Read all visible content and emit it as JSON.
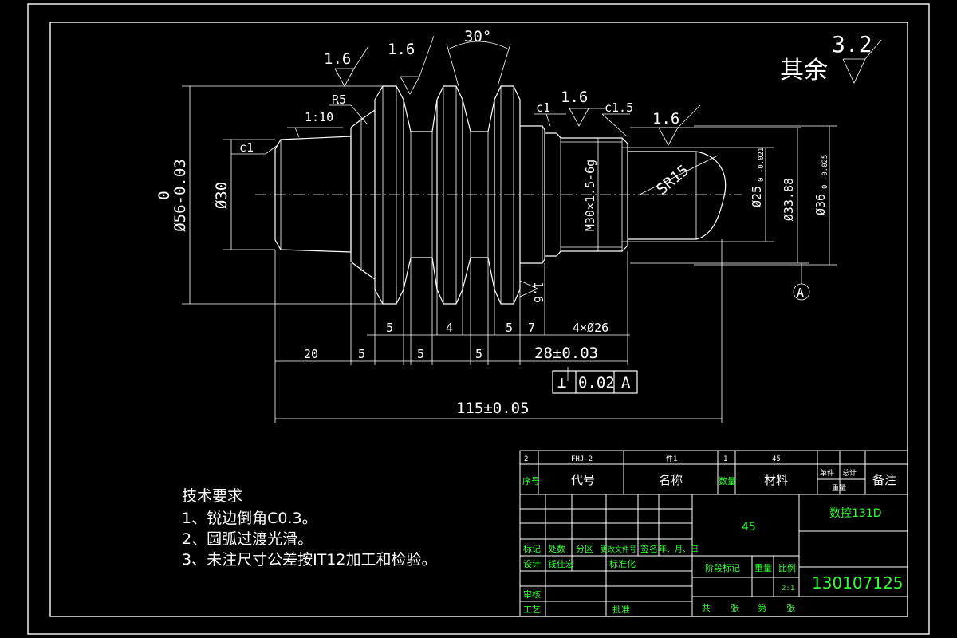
{
  "roughness": {
    "default_value": "3.2",
    "default_label": "其余",
    "local": [
      "1.6",
      "1.6",
      "1.6",
      "1.6",
      "1.6"
    ]
  },
  "dimensions": {
    "groove_angle": "30°",
    "taper": "1:10",
    "fillet": "R5",
    "chamfer": "c1",
    "chamfer2": "c1.5",
    "dia_main_upper": "0",
    "dia_main": "Ø56-0.03",
    "dia_bore": "Ø30",
    "thread": "M30×1.5-6g",
    "sphere": "SR15",
    "dia_25": "Ø25",
    "dia_25_tol": "0 -0.021",
    "dia_3388": "Ø33.88",
    "dia_36": "Ø36",
    "dia_36_tol": "0 -0.025",
    "datum": "A",
    "len_20": "20",
    "len_5": "5",
    "len_4": "4",
    "len_7": "7",
    "holes": "4×Ø26",
    "len_28": "28±0.03",
    "len_115": "115±0.05"
  },
  "tolerance_frame": {
    "symbol": "⊥",
    "value": "0.02",
    "datum": "A"
  },
  "tech_requirements": {
    "title": "技术要求",
    "items": [
      "1、锐边倒角C0.3。",
      "2、圆弧过渡光滑。",
      "3、未注尺寸公差按IT12加工和检验。"
    ]
  },
  "title_block": {
    "bom_row": [
      "2",
      "FHJ-2",
      "件1",
      "1",
      "45"
    ],
    "bom_headers": [
      "序号",
      "代号",
      "名称",
      "数量",
      "材料",
      "单件",
      "总计",
      "重量",
      "备注"
    ],
    "material": "45",
    "part_name": "数控131D",
    "drawing_no": "130107125",
    "rev_headers": [
      "标记",
      "处数",
      "分区",
      "更改文件号",
      "签名",
      "年、月、日"
    ],
    "row_design": [
      "设计",
      "钱佳宏",
      "标准化"
    ],
    "stage_headers": [
      "阶段标记",
      "重量",
      "比例"
    ],
    "scale": "2:1",
    "row_review": "审核",
    "row_process": "工艺",
    "row_approve": "批准",
    "sheets": [
      "共",
      "张",
      "第",
      "张"
    ]
  }
}
